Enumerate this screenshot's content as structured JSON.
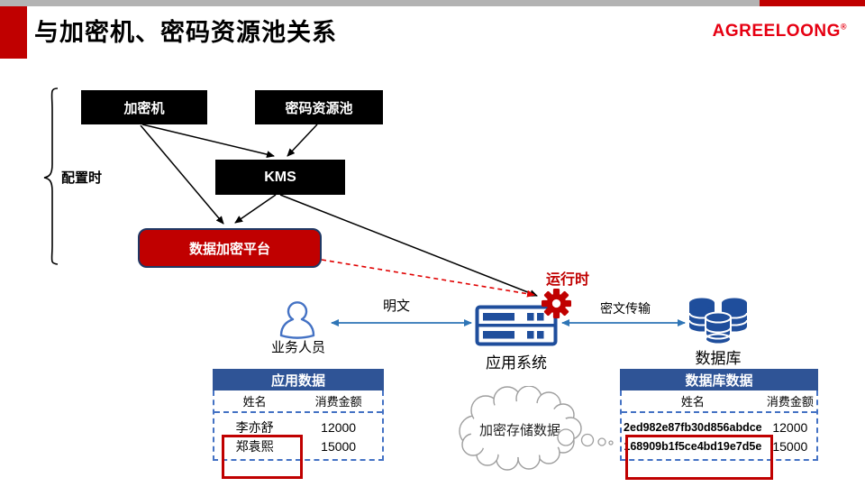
{
  "slide": {
    "title": "与加密机、密码资源池关系",
    "logo": {
      "text": "AGREELOONG",
      "mark": "®"
    }
  },
  "diagram": {
    "config_time_label": "配置时",
    "runtime_label": "运行时",
    "nodes": {
      "hsm": "加密机",
      "crypto_pool": "密码资源池",
      "kms": "KMS",
      "platform": "数据加密平台"
    },
    "actors": {
      "business_user": "业务人员",
      "app_system": "应用系统",
      "database": "数据库"
    },
    "flows": {
      "plaintext": "明文",
      "ciphertext": "密文传输"
    },
    "cloud_note": "加密存储数据"
  },
  "tables": {
    "app": {
      "title": "应用数据",
      "columns": [
        "姓名",
        "消费金额"
      ],
      "rows": [
        {
          "name": "李亦舒",
          "amount": "12000"
        },
        {
          "name": "郑袁熙",
          "amount": "15000"
        }
      ]
    },
    "db": {
      "title": "数据库数据",
      "columns": [
        "姓名",
        "消费金额"
      ],
      "rows": [
        {
          "name": "2ed982e87fb30d856abdce",
          "amount": "12000"
        },
        {
          "name": "168909b1f5ce4bd19e7d5e",
          "amount": "15000"
        }
      ]
    }
  },
  "colors": {
    "accent_red": "#C00000",
    "logo_red": "#E60012",
    "node_black": "#000000",
    "platform_border_navy": "#1F3864",
    "table_header_blue": "#2F5496",
    "table_border_blue": "#4472C4",
    "icon_blue": "#1F4E9C",
    "arrow_blue": "#2E75B6",
    "dashed_red": "#E00000",
    "top_bar_gray": "#B3B3B3"
  }
}
